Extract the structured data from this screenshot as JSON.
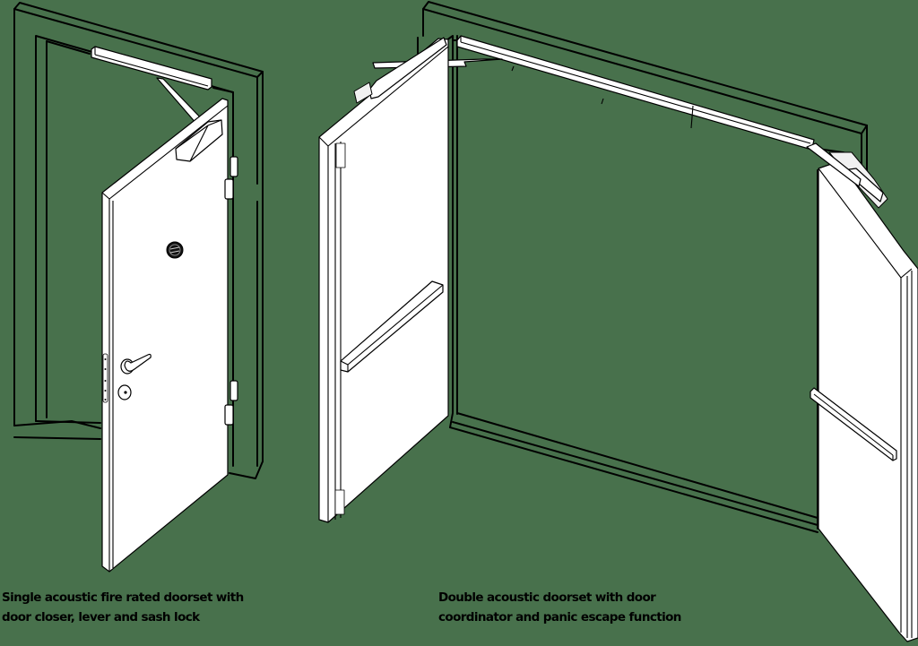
{
  "figure": {
    "background_color": "#48714c",
    "line_color": "#000000",
    "fill_color": "#ffffff",
    "illustrations": [
      {
        "id": "single-doorset",
        "caption_lines": [
          "Single acoustic fire rated doorset with",
          "door closer, lever and sash lock"
        ],
        "components": [
          "door frame",
          "door leaf",
          "overhead door closer",
          "closer arm",
          "viewer",
          "lever handle",
          "sash lock",
          "hinges"
        ]
      },
      {
        "id": "double-doorset",
        "caption_lines": [
          "Double acoustic doorset with door",
          "coordinator and panic escape function"
        ],
        "components": [
          "door frame",
          "left door leaf",
          "right door leaf",
          "door coordinator",
          "closer arms",
          "panic bars",
          "flush bolts"
        ]
      }
    ]
  }
}
